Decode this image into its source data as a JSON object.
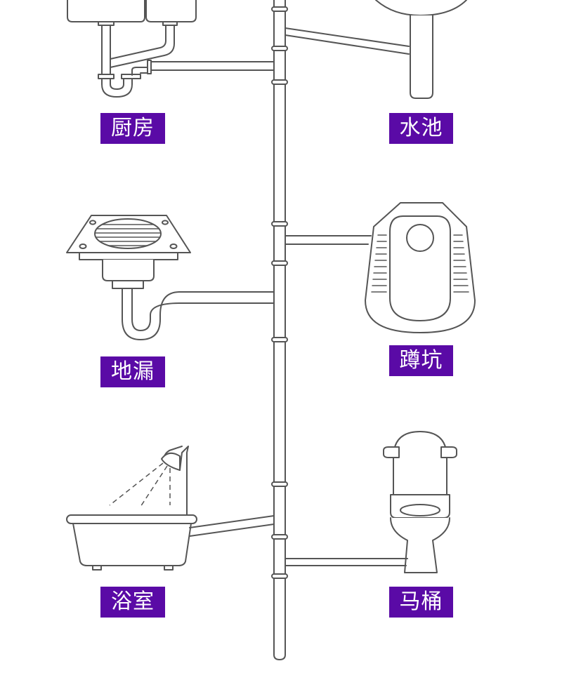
{
  "accent_color": "#5a0aa6",
  "fixtures": {
    "kitchen": {
      "label": "厨房",
      "icon": "kitchen-sink-icon"
    },
    "sink": {
      "label": "水池",
      "icon": "pedestal-sink-icon"
    },
    "floor_drain": {
      "label": "地漏",
      "icon": "floor-drain-icon"
    },
    "squat_toilet": {
      "label": "蹲坑",
      "icon": "squat-toilet-icon"
    },
    "bathroom": {
      "label": "浴室",
      "icon": "bathtub-shower-icon"
    },
    "toilet": {
      "label": "马桶",
      "icon": "western-toilet-icon"
    }
  }
}
